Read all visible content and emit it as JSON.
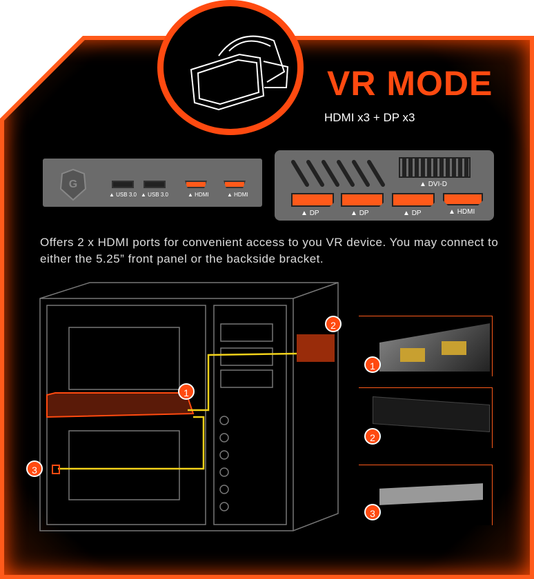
{
  "header": {
    "title": "VR MODE",
    "subtitle": "HDMI x3  +  DP x3"
  },
  "front_panel": {
    "ports": [
      "USB 3.0",
      "USB 3.0",
      "HDMI",
      "HDMI"
    ]
  },
  "rear_bracket": {
    "dvi": "DVI-D",
    "ports": [
      "DP",
      "DP",
      "DP",
      "HDMI"
    ]
  },
  "description": "Offers 2 x HDMI ports for convenient access to you VR device. You may connect to either the 5.25” front panel or the backside bracket.",
  "callouts": [
    "1",
    "2",
    "3"
  ],
  "colors": {
    "accent": "#ff4a10",
    "panel": "#6b6b6b",
    "cable": "#f2d21a"
  }
}
